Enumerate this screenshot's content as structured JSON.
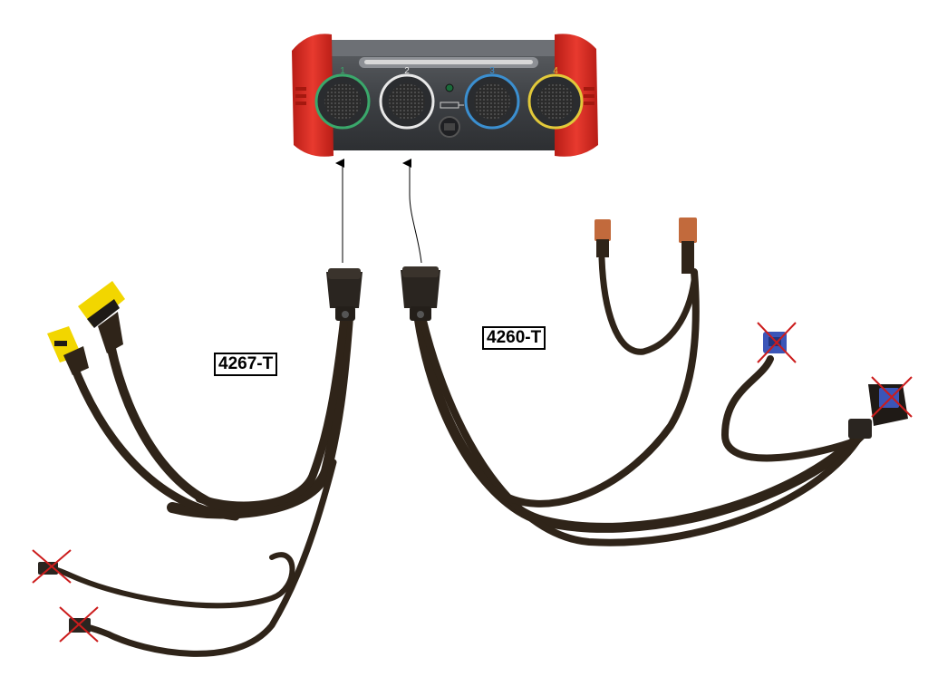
{
  "device": {
    "port_labels": [
      "1",
      "2",
      "3",
      "4"
    ],
    "port_ring_colors": [
      "#3aa86b",
      "#e8e8e8",
      "#3b8fd0",
      "#e2c93a"
    ]
  },
  "cables": [
    {
      "label": "4267-T",
      "connector_color": "#f2d600"
    },
    {
      "label": "4260-T",
      "connector_color": "#c26a3c"
    }
  ],
  "colors": {
    "housing_bumper": "#d92b22",
    "housing_body": "#3a3c3f",
    "cable_sleeve": "#2f2419",
    "blue_connector": "#3b55b8",
    "cross_mark": "#cc1c1c"
  }
}
